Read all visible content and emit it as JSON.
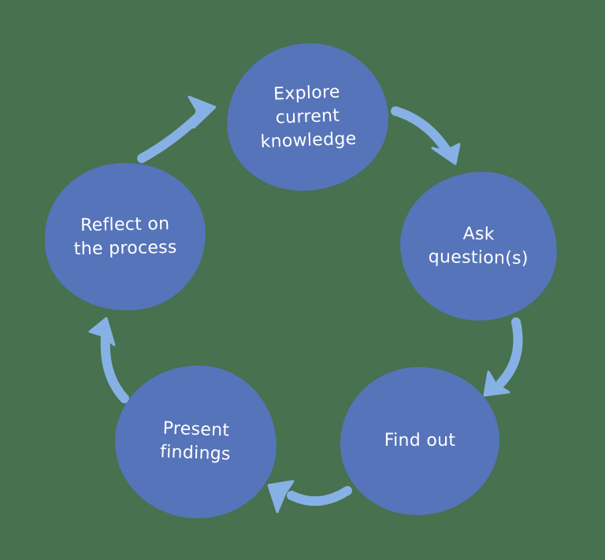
{
  "colors": {
    "background": "#47714F",
    "node_fill": "#5674B9",
    "node_text": "#FFFFFF",
    "arrow": "#87B1E5"
  },
  "diagram": {
    "type": "cycle",
    "direction": "clockwise",
    "nodes": [
      {
        "id": "explore-current-knowledge",
        "label": "Explore current knowledge",
        "lines": [
          "Explore",
          "current",
          "knowledge"
        ]
      },
      {
        "id": "ask-questions",
        "label": "Ask question(s)",
        "lines": [
          "Ask",
          "question(s)"
        ]
      },
      {
        "id": "find-out",
        "label": "Find out",
        "lines": [
          "Find out"
        ]
      },
      {
        "id": "present-findings",
        "label": "Present findings",
        "lines": [
          "Present",
          "findings"
        ]
      },
      {
        "id": "reflect-on-the-process",
        "label": "Reflect on the process",
        "lines": [
          "Reflect on",
          "the process"
        ]
      }
    ],
    "connections": [
      {
        "from": "Reflect on the process",
        "to": "Explore current knowledge"
      },
      {
        "from": "Explore current knowledge",
        "to": "Ask question(s)"
      },
      {
        "from": "Ask question(s)",
        "to": "Find out"
      },
      {
        "from": "Find out",
        "to": "Present findings"
      },
      {
        "from": "Present findings",
        "to": "Reflect on the process"
      }
    ]
  }
}
